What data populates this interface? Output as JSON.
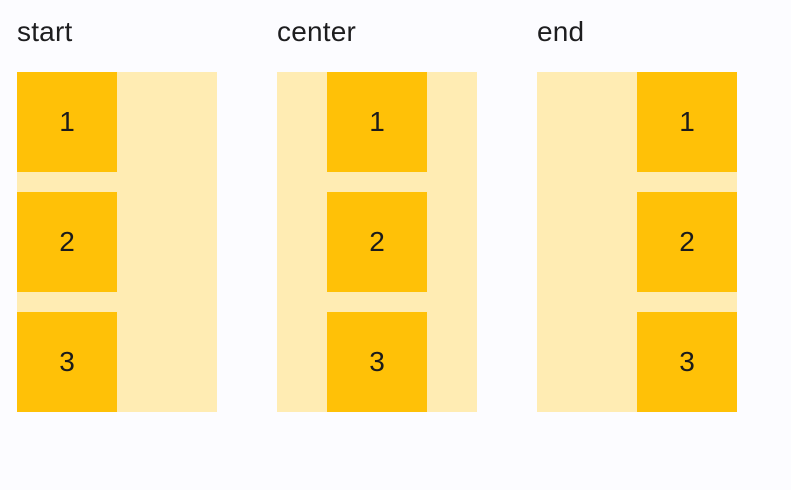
{
  "colors": {
    "page_bg": "#fcfcff",
    "container_bg": "#ffecb3",
    "item_bg": "#ffc107",
    "label_text": "#1d1d1f",
    "item_text": "#1b1b1b"
  },
  "groups": [
    {
      "label": "start",
      "alignment": "start",
      "items": [
        "1",
        "2",
        "3"
      ]
    },
    {
      "label": "center",
      "alignment": "center",
      "items": [
        "1",
        "2",
        "3"
      ]
    },
    {
      "label": "end",
      "alignment": "end",
      "items": [
        "1",
        "2",
        "3"
      ]
    }
  ]
}
